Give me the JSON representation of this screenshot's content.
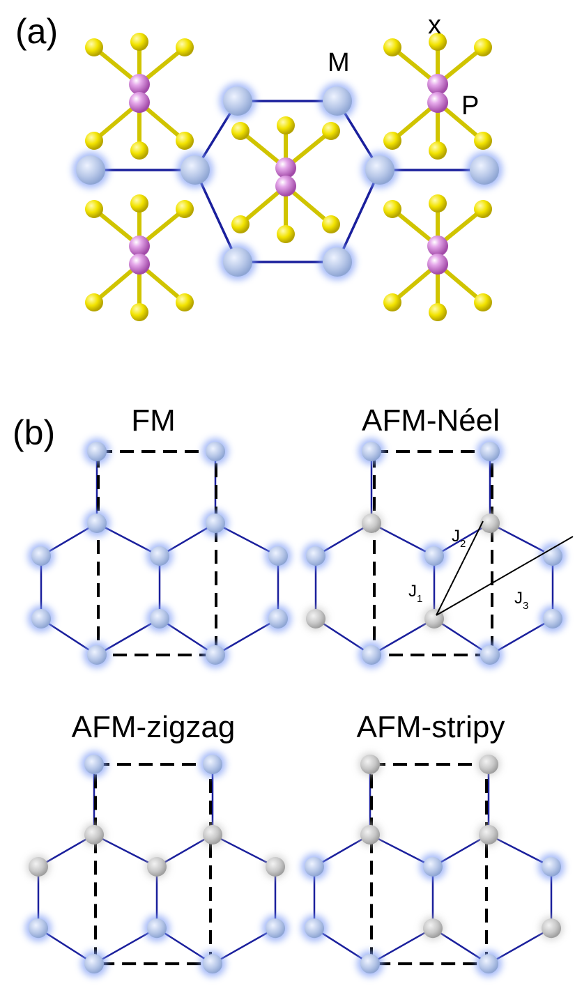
{
  "panel_a": {
    "label": "(a)",
    "atom_labels": {
      "metal": "M",
      "phosphorus": "P",
      "chalcogen": "X"
    }
  },
  "panel_b": {
    "label": "(b)",
    "configs": [
      {
        "title": "FM",
        "gray": []
      },
      {
        "title": "AFM-Néel",
        "gray": [
          2,
          3,
          7,
          8
        ]
      },
      {
        "title": "AFM-zigzag",
        "gray": [
          2,
          3,
          4,
          5,
          6
        ]
      },
      {
        "title": "AFM-stripy",
        "gray": [
          0,
          1,
          2,
          3,
          8,
          9
        ]
      }
    ],
    "exchange_labels": [
      {
        "main": "J",
        "sub": "1"
      },
      {
        "main": "J",
        "sub": "2"
      },
      {
        "main": "J",
        "sub": "3"
      }
    ]
  },
  "colors": {
    "bond": "#1a1f9c",
    "metal_blue": "#b3c4e6",
    "metal_glow": "#7f9cf5",
    "spin_gray": "#c6c6c6",
    "sulfur": "#f0e000",
    "phosphorus": "#c870cf"
  }
}
